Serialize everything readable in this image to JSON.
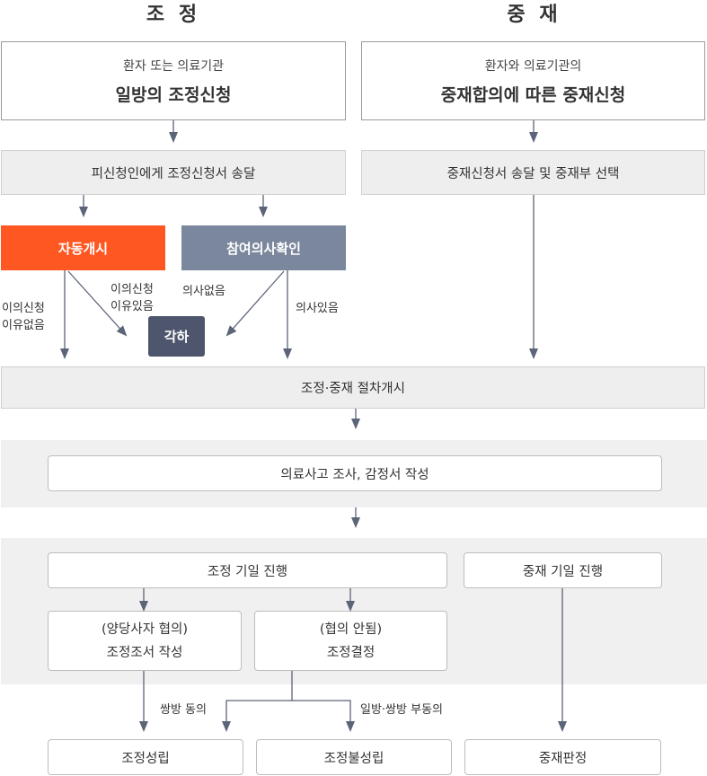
{
  "columns": {
    "left_title": "조 정",
    "right_title": "중 재"
  },
  "left_application": {
    "caption": "환자 또는 의료기관",
    "title": "일방의 조정신청"
  },
  "right_application": {
    "caption": "환자와 의료기관의",
    "title": "중재합의에 따른 중재신청"
  },
  "left_delivery": "피신청인에게 조정신청서 송달",
  "right_delivery": "중재신청서 송달 및 중재부 선택",
  "auto_start": "자동개시",
  "participation_check": "참여의사확인",
  "dismissal": "각하",
  "labels": {
    "no_objection": [
      "이의신청",
      "이유없음"
    ],
    "has_objection": [
      "이의신청",
      "이유있음"
    ],
    "no_intent": "의사없음",
    "has_intent": "의사있음",
    "both_agree": "쌍방 동의",
    "disagree": "일방·쌍방 부동의"
  },
  "procedure_start": "조정·중재 절차개시",
  "investigation": "의료사고 조사, 감정서 작성",
  "mediation_period": "조정 기일 진행",
  "arbitration_period": "중재 기일 진행",
  "agreement_box": {
    "line1": "(양당사자 협의)",
    "line2": "조정조서 작성"
  },
  "no_agreement_box": {
    "line1": "(협의 안됨)",
    "line2": "조정결정"
  },
  "outcomes": {
    "success": "조정성립",
    "failure": "조정불성립",
    "award": "중재판정"
  },
  "colors": {
    "orange": "#ff5722",
    "slate": "#7b879d",
    "navy": "#4d566c",
    "line": "#5c6478"
  }
}
